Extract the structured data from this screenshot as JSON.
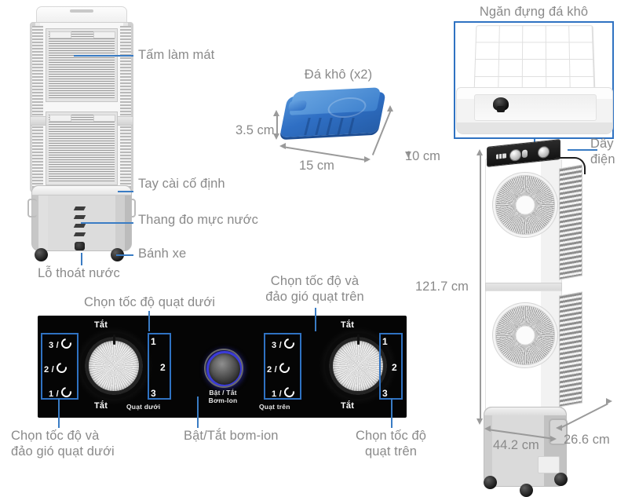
{
  "diagram": {
    "title_hidden": "",
    "accent_blue": "#2f72c2",
    "text_grey": "#8a8a8a",
    "callouts": {
      "cooling_pad": "Tấm làm mát",
      "fixing_handle": "Tay cài cố định",
      "water_level_gauge": "Thang đo mực nước",
      "wheel": "Bánh xe",
      "drain_hole": "Lỗ thoát nước",
      "ice_pack_title": "Đá khô (x2)",
      "ice_compartment": "Ngăn đựng đá khô",
      "power_cord": "Dây\nđiện",
      "select_lower_fan_speed": "Chọn tốc độ quạt dưới",
      "select_upper_speed_swing": "Chọn tốc độ và\nđảo gió quạt trên",
      "select_lower_speed_swing": "Chọn tốc độ và\nđảo gió quạt dưới",
      "ion_pump_toggle": "Bật/Tắt bơm-ion",
      "select_upper_fan_speed": "Chọn tốc độ\nquạt trên"
    },
    "dimensions": {
      "ice_height": "3.5 cm",
      "ice_width": "15 cm",
      "ice_depth": "10 cm",
      "unit_height": "121.7 cm",
      "unit_width": "44.2 cm",
      "unit_depth": "26.6 cm"
    },
    "control_panel": {
      "left_dial": {
        "off_top": "Tắt",
        "off_bottom": "Tắt",
        "swing_labels": [
          "3 /",
          "2 /",
          "1 /"
        ],
        "speed_labels": [
          "1",
          "2",
          "3"
        ],
        "caption": "Quạt dưới"
      },
      "right_dial": {
        "off_top": "Tắt",
        "off_bottom": "Tắt",
        "swing_labels": [
          "3 /",
          "2 /",
          "1 /"
        ],
        "speed_labels": [
          "1",
          "2",
          "3"
        ],
        "caption": "Quạt trên"
      },
      "ion_button": {
        "line1": "Bật / Tắt",
        "line2": "Bơm-Ion"
      }
    }
  }
}
